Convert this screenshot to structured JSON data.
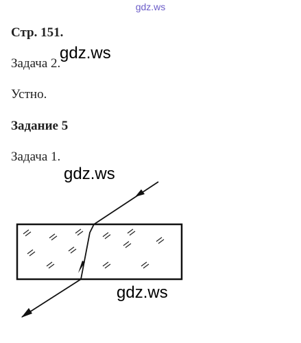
{
  "watermark_top": "gdz.ws",
  "watermarks": [
    "gdz.ws",
    "gdz.ws",
    "gdz.ws"
  ],
  "lines": {
    "page": "Стр. 151.",
    "task2": "Задача 2.",
    "oral": "Устно.",
    "exercise5": "Задание 5",
    "task1": "Задача 1."
  },
  "colors": {
    "text": "#222222",
    "watermark_top": "#6b5cc8"
  }
}
